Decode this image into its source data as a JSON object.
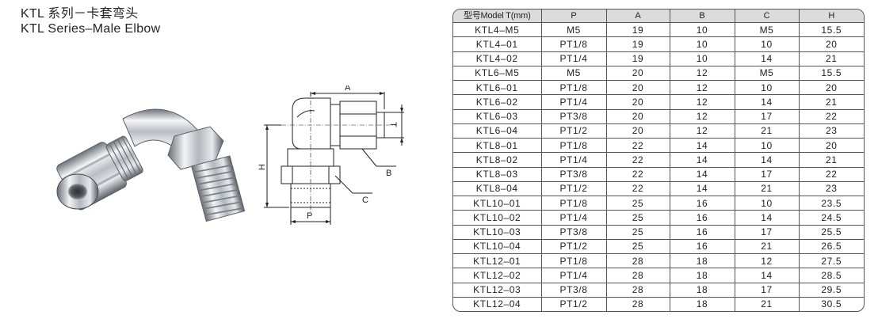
{
  "title": {
    "cn": "KTL 系列－卡套弯头",
    "en": "KTL  Series–Male Elbow"
  },
  "diagram": {
    "label_a": "A",
    "label_b": "B",
    "label_c": "C",
    "label_h": "H",
    "label_p": "P",
    "label_t": "T"
  },
  "table": {
    "headers": [
      "型号Model T(mm)",
      "P",
      "A",
      "B",
      "C",
      "H"
    ],
    "rows": [
      [
        "KTL4–M5",
        "M5",
        "19",
        "10",
        "M5",
        "15.5"
      ],
      [
        "KTL4–01",
        "PT1/8",
        "19",
        "10",
        "10",
        "20"
      ],
      [
        "KTL4–02",
        "PT1/4",
        "19",
        "10",
        "14",
        "21"
      ],
      [
        "KTL6–M5",
        "M5",
        "20",
        "12",
        "M5",
        "15.5"
      ],
      [
        "KTL6–01",
        "PT1/8",
        "20",
        "12",
        "10",
        "20"
      ],
      [
        "KTL6–02",
        "PT1/4",
        "20",
        "12",
        "14",
        "21"
      ],
      [
        "KTL6–03",
        "PT3/8",
        "20",
        "12",
        "17",
        "22"
      ],
      [
        "KTL6–04",
        "PT1/2",
        "20",
        "12",
        "21",
        "23"
      ],
      [
        "KTL8–01",
        "PT1/8",
        "22",
        "14",
        "10",
        "20"
      ],
      [
        "KTL8–02",
        "PT1/4",
        "22",
        "14",
        "14",
        "21"
      ],
      [
        "KTL8–03",
        "PT3/8",
        "22",
        "14",
        "17",
        "22"
      ],
      [
        "KTL8–04",
        "PT1/2",
        "22",
        "14",
        "21",
        "23"
      ],
      [
        "KTL10–01",
        "PT1/8",
        "25",
        "16",
        "10",
        "23.5"
      ],
      [
        "KTL10–02",
        "PT1/4",
        "25",
        "16",
        "14",
        "24.5"
      ],
      [
        "KTL10–03",
        "PT3/8",
        "25",
        "16",
        "17",
        "25.5"
      ],
      [
        "KTL10–04",
        "PT1/2",
        "25",
        "16",
        "21",
        "26.5"
      ],
      [
        "KTL12–01",
        "PT1/8",
        "28",
        "18",
        "12",
        "27.5"
      ],
      [
        "KTL12–02",
        "PT1/4",
        "28",
        "18",
        "14",
        "28.5"
      ],
      [
        "KTL12–03",
        "PT3/8",
        "28",
        "18",
        "17",
        "29.5"
      ],
      [
        "KTL12–04",
        "PT1/2",
        "28",
        "18",
        "21",
        "30.5"
      ]
    ]
  }
}
